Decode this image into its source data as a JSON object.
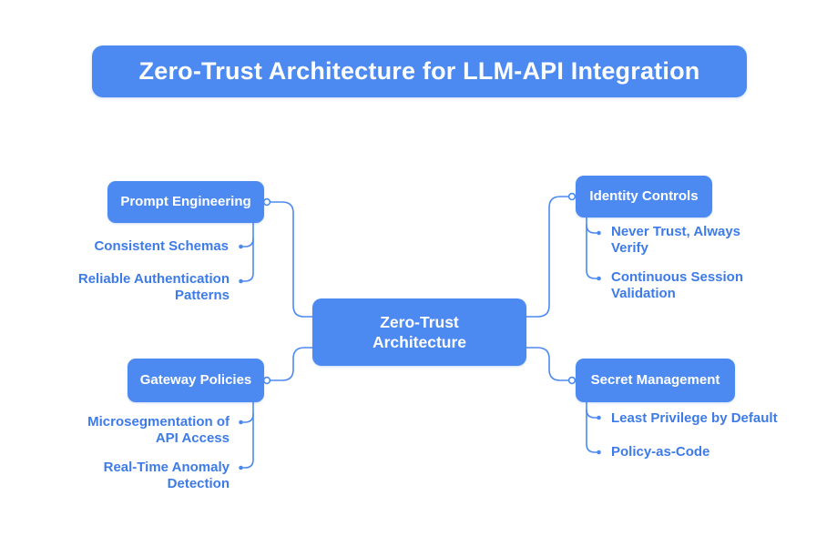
{
  "title": "Zero-Trust Architecture for LLM-API Integration",
  "center": {
    "label": "Zero-Trust\nArchitecture"
  },
  "branches": [
    {
      "label": "Prompt Engineering",
      "side": "left",
      "children": [
        "Consistent Schemas",
        "Reliable Authentication Patterns"
      ]
    },
    {
      "label": "Gateway Policies",
      "side": "left",
      "children": [
        "Microsegmentation of API Access",
        "Real-Time Anomaly Detection"
      ]
    },
    {
      "label": "Identity Controls",
      "side": "right",
      "children": [
        "Never Trust, Always Verify",
        "Continuous Session Validation"
      ]
    },
    {
      "label": "Secret Management",
      "side": "right",
      "children": [
        "Least Privilege by Default",
        "Policy-as-Code"
      ]
    }
  ],
  "colors": {
    "node_fill": "#4c8af2",
    "link": "#4c8af2",
    "leaf_text": "#3d7be8",
    "text_on_node": "#ffffff",
    "background": "#ffffff"
  }
}
